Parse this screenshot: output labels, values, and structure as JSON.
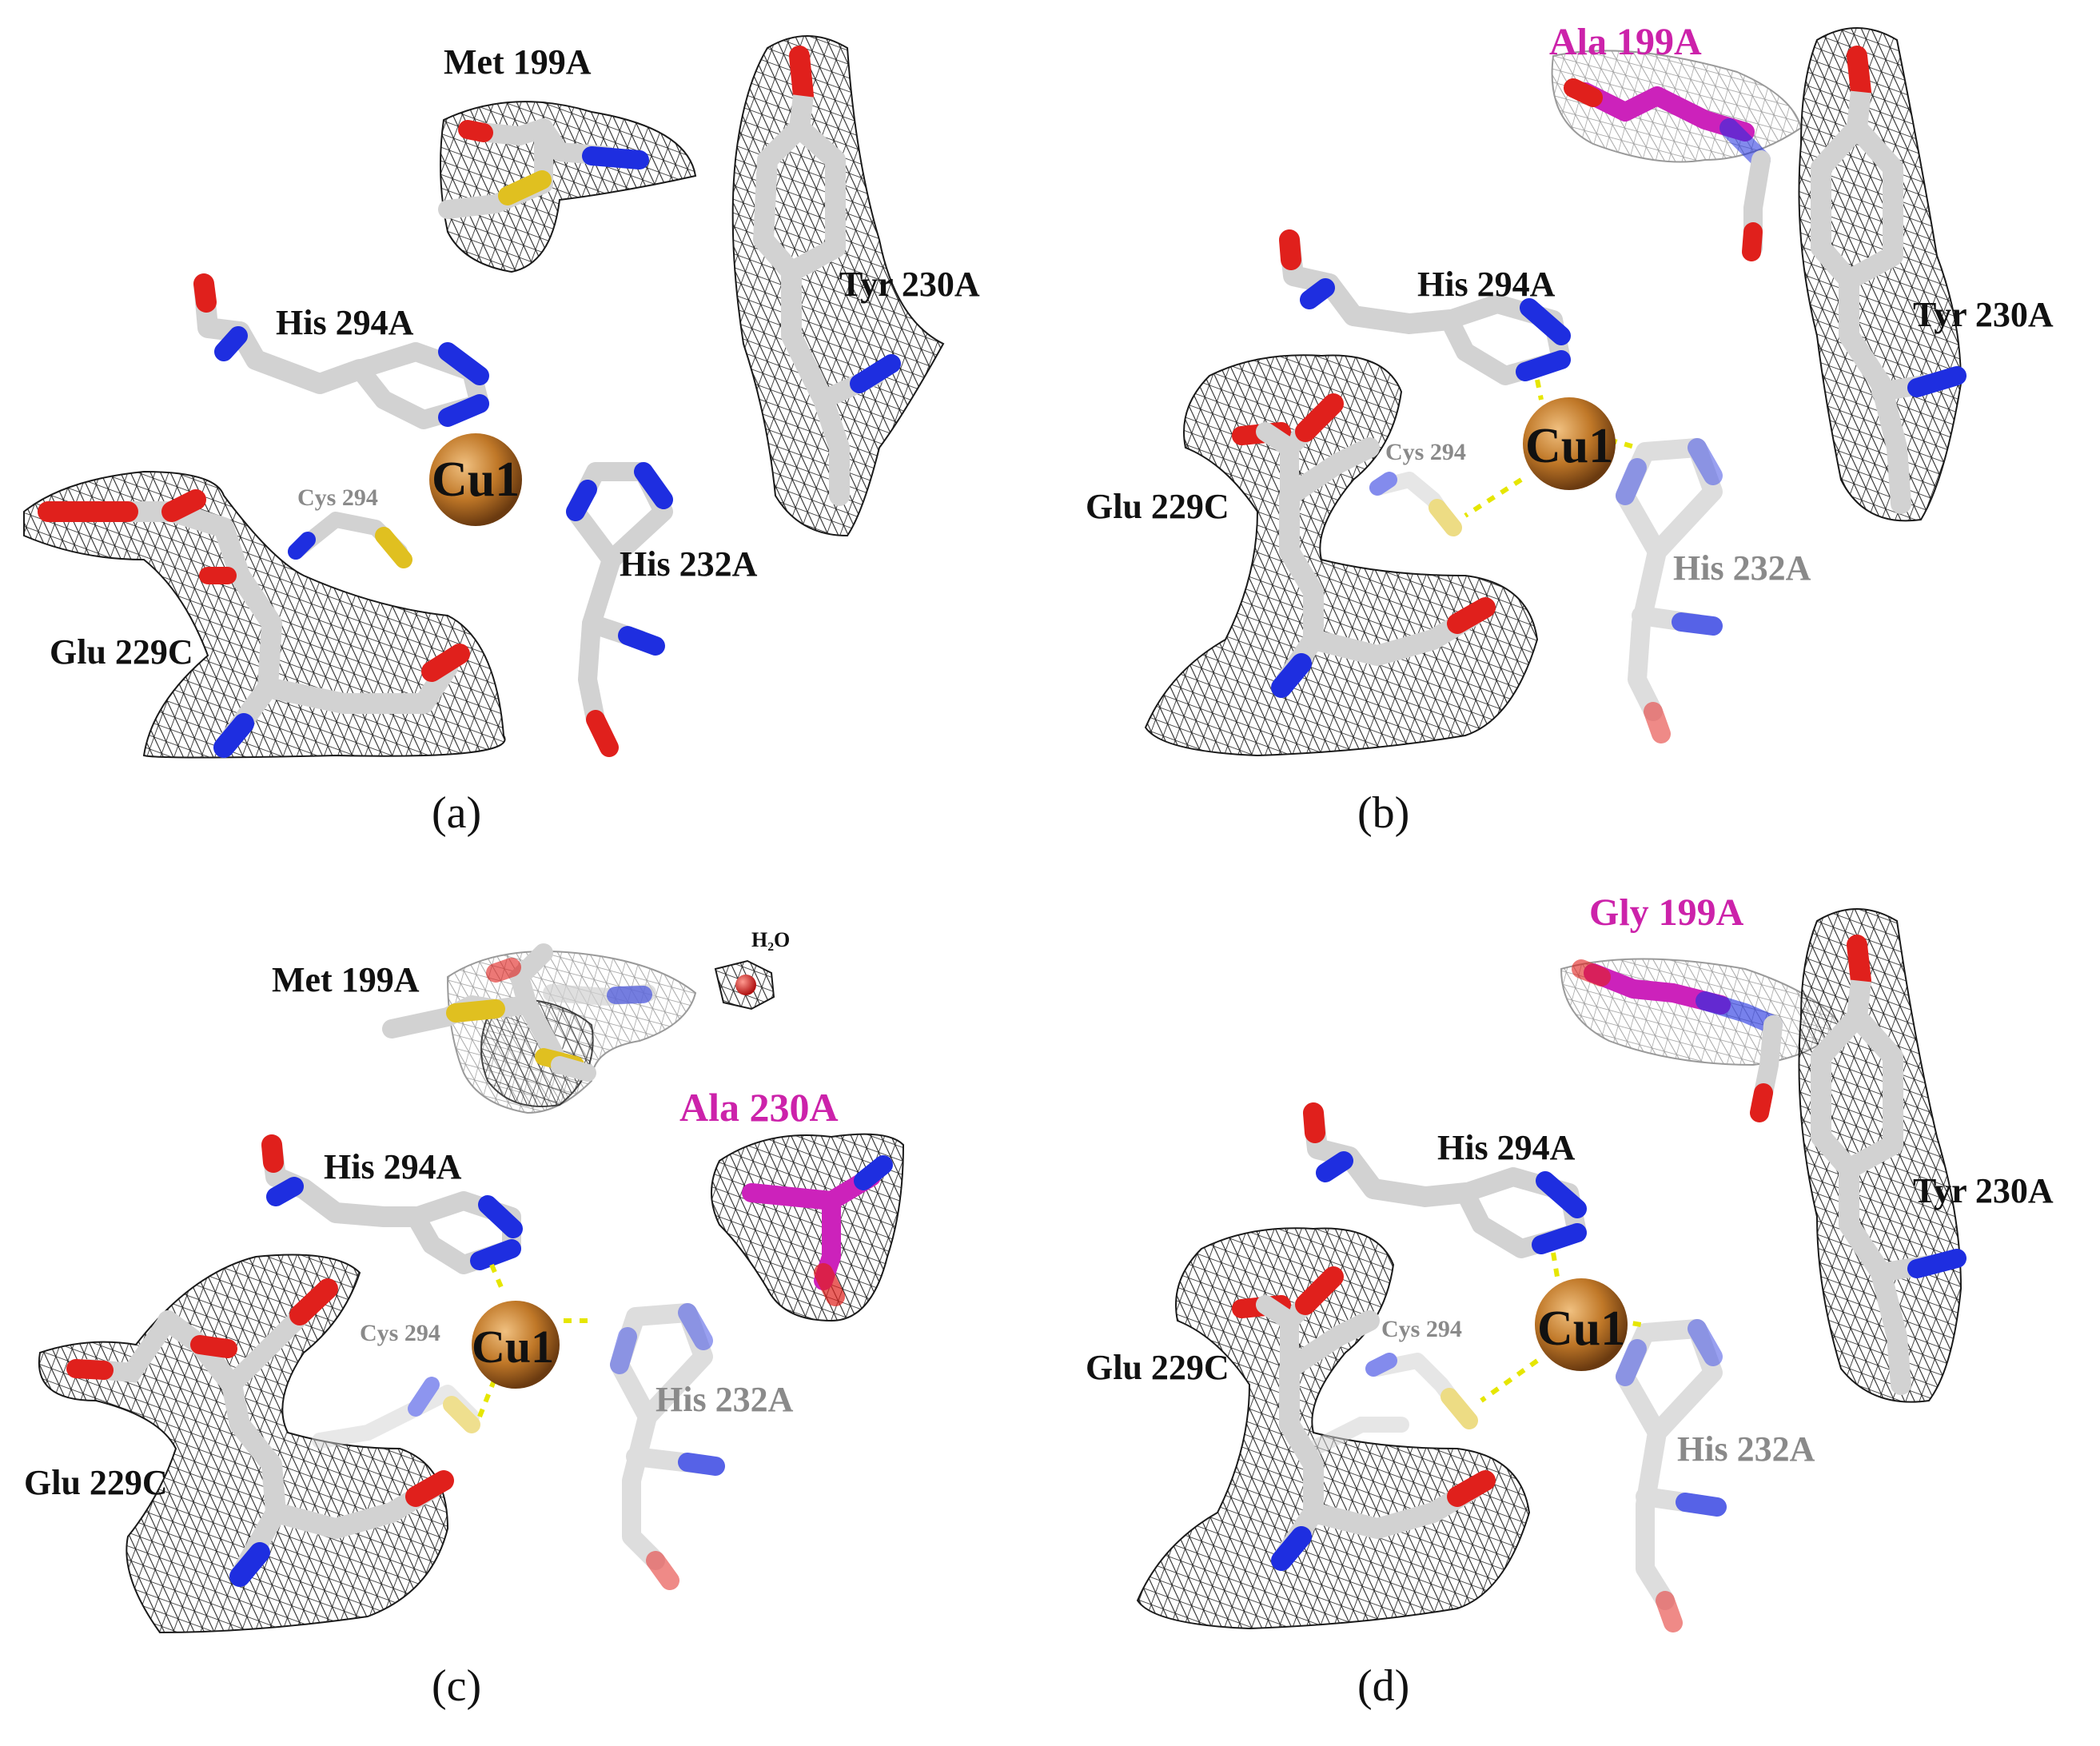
{
  "colors": {
    "carbon": "#d2d2d2",
    "carbon_dark": "#8a8a8a",
    "oxygen": "#e0201c",
    "nitrogen": "#1e2ee0",
    "sulfur": "#e0c020",
    "mutant": "#cc22bb",
    "copper": "#c07828",
    "mesh": "#1a1a1a",
    "label": "#111111",
    "label_faded": "#8a8a8a",
    "label_mutant": "#cc22aa",
    "hbond": "#e6e600"
  },
  "panels": [
    {
      "caption": "(a)",
      "labels": {
        "res199": "Met 199A",
        "res230": "Tyr 230A",
        "his294": "His 294A",
        "cys294": "Cys 294",
        "his232": "His 232A",
        "glu229": "Glu 229C",
        "cu": "Cu1"
      }
    },
    {
      "caption": "(b)",
      "labels": {
        "res199": "Ala 199A",
        "res230": "Tyr 230A",
        "his294": "His 294A",
        "cys294": "Cys 294",
        "his232": "His 232A",
        "glu229": "Glu 229C",
        "cu": "Cu1"
      }
    },
    {
      "caption": "(c)",
      "labels": {
        "res199": "Met 199A",
        "water": "H₂O",
        "res230": "Ala 230A",
        "his294": "His 294A",
        "cys294": "Cys 294",
        "his232": "His 232A",
        "glu229": "Glu 229C",
        "cu": "Cu1"
      }
    },
    {
      "caption": "(d)",
      "labels": {
        "res199": "Gly 199A",
        "res230": "Tyr 230A",
        "his294": "His 294A",
        "cys294": "Cys 294",
        "his232": "His 232A",
        "glu229": "Glu 229C",
        "cu": "Cu1"
      }
    }
  ]
}
